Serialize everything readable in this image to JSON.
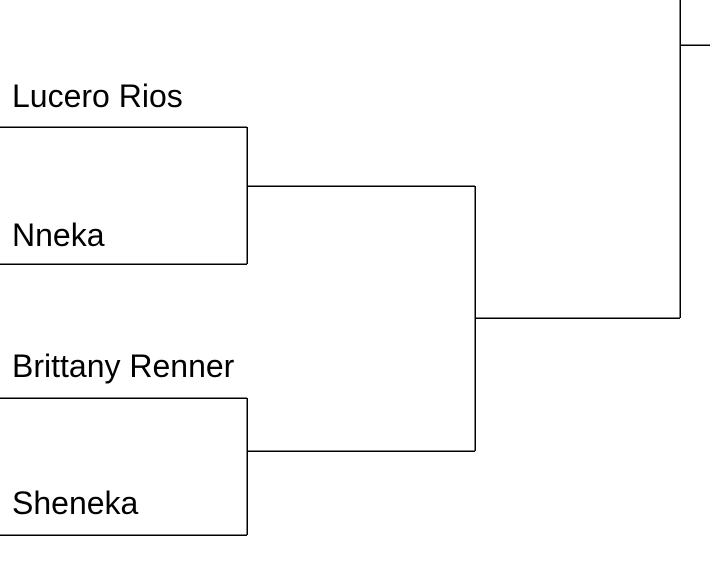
{
  "bracket": {
    "line_color": "#000000",
    "entrants": [
      "Lucero Rios",
      "Nneka",
      "Brittany Renner",
      "Sheneka"
    ]
  }
}
